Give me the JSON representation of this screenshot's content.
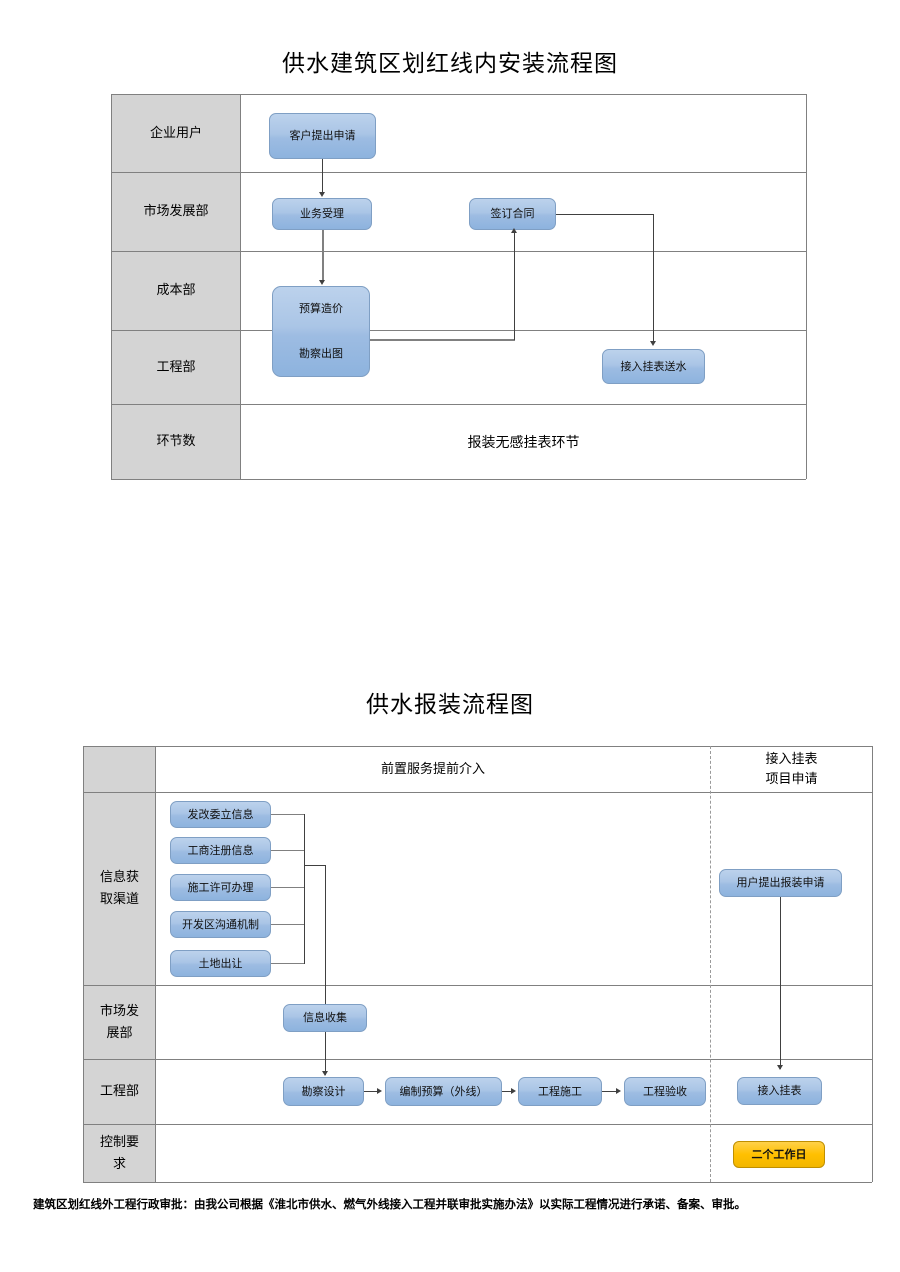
{
  "document": {
    "footnote": "建筑区划红线外工程行政审批：由我公司根据《淮北市供水、燃气外线接入工程并联审批实施办法》以实际工程情况进行承诺、备案、审批。"
  },
  "colors": {
    "box_fill": "#aac5e6",
    "box_border": "#7f9fc4",
    "label_cell_fill": "#d4d4d4",
    "orange_fill": "#ffc000",
    "orange_border": "#bf8f00",
    "grid_line": "#808080",
    "connector": "#404040"
  },
  "diagram1": {
    "title": "供水建筑区划红线内安装流程图",
    "rows": [
      {
        "label": "企业用户"
      },
      {
        "label": "市场发展部"
      },
      {
        "label": "成本部"
      },
      {
        "label": "工程部"
      },
      {
        "label": "环节数"
      }
    ],
    "boxes": [
      {
        "id": "apply",
        "label": "客户提出申请",
        "row": "企业用户"
      },
      {
        "id": "accept",
        "label": "业务受理",
        "row": "市场发展部"
      },
      {
        "id": "contract",
        "label": "签订合同",
        "row": "市场发展部"
      },
      {
        "id": "budget",
        "label": "预算造价",
        "row": "成本部"
      },
      {
        "id": "survey",
        "label": "勘察出图",
        "row": "工程部"
      },
      {
        "id": "connect",
        "label": "接入挂表送水",
        "row": "工程部"
      }
    ],
    "summary_label": "报装无感挂表环节",
    "flow": [
      "客户提出申请 → 业务受理",
      "业务受理 → 预算造价/勘察出图",
      "勘察出图 → 签订合同",
      "签订合同 → 接入挂表送水"
    ]
  },
  "diagram2": {
    "title": "供水报装流程图",
    "header": {
      "left_blank": "",
      "center": "前置服务提前介入",
      "right": "接入挂表\n项目申请"
    },
    "rows": [
      {
        "label": "信息获\n取渠道"
      },
      {
        "label": "市场发\n展部"
      },
      {
        "label": "工程部"
      },
      {
        "label": "控制要\n求"
      }
    ],
    "channel_boxes": [
      {
        "label": "发改委立信息"
      },
      {
        "label": "工商注册信息"
      },
      {
        "label": "施工许可办理"
      },
      {
        "label": "开发区沟通机制"
      },
      {
        "label": "土地出让"
      }
    ],
    "market_boxes": [
      {
        "label": "信息收集"
      }
    ],
    "engineering_boxes": [
      {
        "label": "勘察设计"
      },
      {
        "label": "编制预算（外线）"
      },
      {
        "label": "工程施工"
      },
      {
        "label": "工程验收"
      }
    ],
    "right_column_boxes": [
      {
        "label": "用户提出报装申请",
        "row": "信息获取渠道"
      },
      {
        "label": "接入挂表",
        "row": "工程部"
      },
      {
        "label": "二个工作日",
        "row": "控制要求",
        "style": "orange"
      }
    ],
    "flow": [
      "五类信息渠道 → 信息收集",
      "信息收集 → 勘察设计 → 编制预算（外线） → 工程施工 → 工程验收",
      "用户提出报装申请 → 接入挂表"
    ]
  }
}
